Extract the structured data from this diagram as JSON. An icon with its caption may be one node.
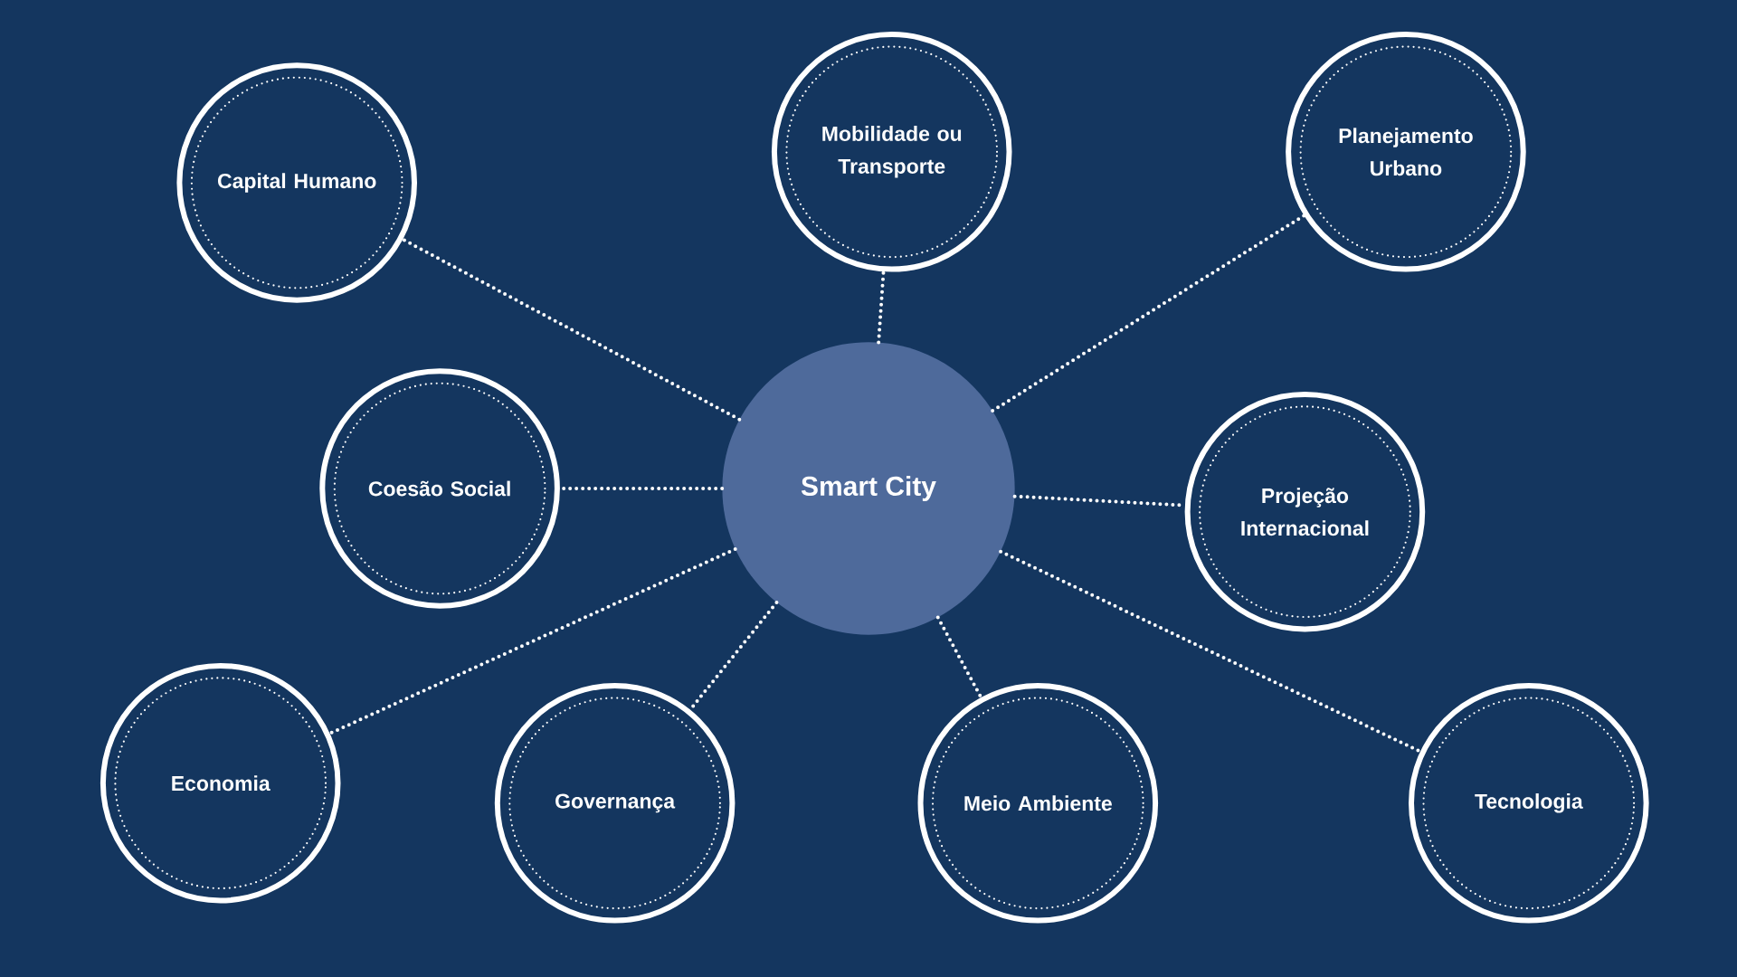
{
  "diagram": {
    "nodes": [
      {
        "text": [
          "Smart City"
        ]
      },
      {
        "text": [
          "Capital Humano"
        ]
      },
      {
        "text": [
          "Mobilidade ou Transporte"
        ]
      },
      {
        "text": [
          "Planejamento Urbano"
        ]
      },
      {
        "text": [
          "Coesão Social"
        ]
      },
      {
        "text": [
          "Projeção Internacional"
        ]
      },
      {
        "text": [
          "Economia"
        ]
      },
      {
        "text": [
          "Governança"
        ]
      },
      {
        "text": [
          "Meio Ambiente"
        ]
      },
      {
        "text": [
          "Tecnologia"
        ]
      }
    ],
    "edges": [
      {
        "from": 0,
        "to": 1,
        "arrow": "none"
      },
      {
        "from": 0,
        "to": 2,
        "arrow": "none"
      },
      {
        "from": 0,
        "to": 3,
        "arrow": "none"
      },
      {
        "from": 0,
        "to": 4,
        "arrow": "none"
      },
      {
        "from": 0,
        "to": 5,
        "arrow": "none"
      },
      {
        "from": 0,
        "to": 6,
        "arrow": "none"
      },
      {
        "from": 0,
        "to": 7,
        "arrow": "none"
      },
      {
        "from": 0,
        "to": 8,
        "arrow": "none"
      },
      {
        "from": 0,
        "to": 9,
        "arrow": "none"
      }
    ]
  }
}
